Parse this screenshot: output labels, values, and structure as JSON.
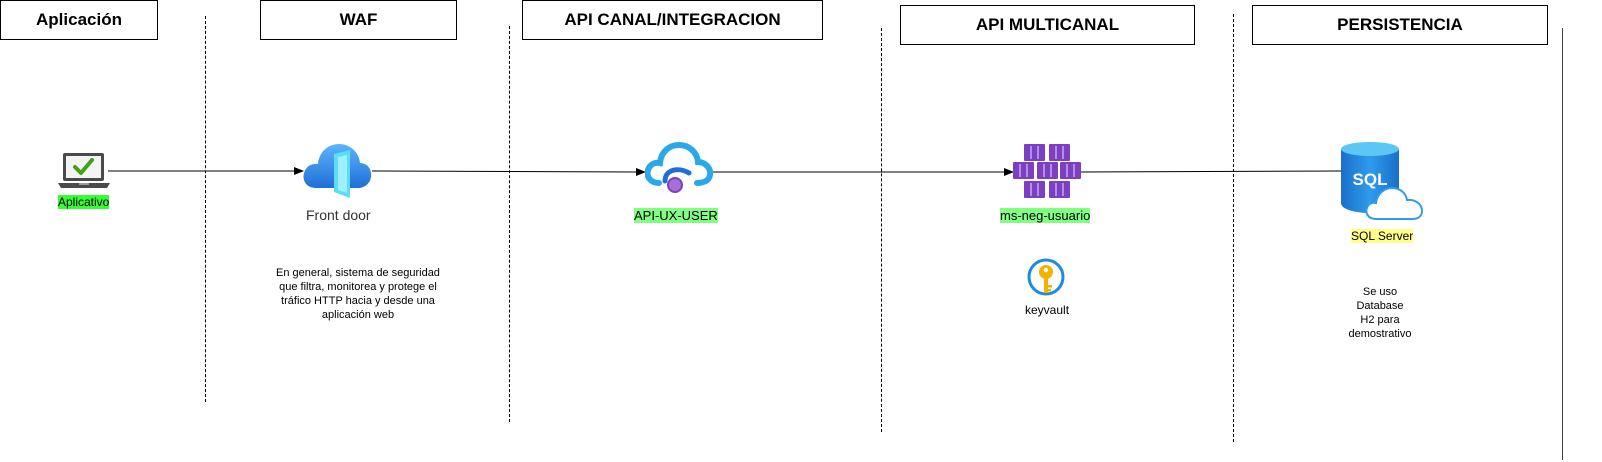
{
  "headers": {
    "app": "Aplicación",
    "waf": "WAF",
    "api_canal": "API CANAL/INTEGRACION",
    "api_multi": "API MULTICANAL",
    "persistencia": "PERSISTENCIA"
  },
  "nodes": {
    "aplicativo": {
      "label": "Aplicativo",
      "icon": "laptop-check-icon",
      "highlight": "#33ff33"
    },
    "front_door": {
      "label": "Front door",
      "icon": "azure-front-door-icon"
    },
    "api_ux_user": {
      "label": "API-UX-USER",
      "icon": "api-management-icon",
      "highlight": "#80ff80"
    },
    "ms_neg_usuario": {
      "label": "ms-neg-usuario",
      "icon": "container-apps-icon",
      "highlight": "#80ff80"
    },
    "keyvault": {
      "label": "keyvault",
      "icon": "key-vault-icon"
    },
    "sql_server": {
      "label": "SQL Server",
      "icon": "sql-server-icon",
      "highlight": "#ffff88",
      "icon_text": "SQL"
    }
  },
  "notes": {
    "waf": [
      "En general, sistema de seguridad",
      "que filtra, monitorea y protege el",
      "tráfico HTTP hacia y desde una",
      "aplicación web"
    ],
    "persistencia": [
      "Se uso",
      "Database",
      "H2 para",
      "demostrativo"
    ]
  },
  "colors": {
    "azure_blue": "#1f8be0",
    "azure_light": "#5cc6f5",
    "purple": "#7b3fbf",
    "gold": "#f2b300",
    "laptop": "#4a4a4a",
    "check_green": "#41a317"
  }
}
